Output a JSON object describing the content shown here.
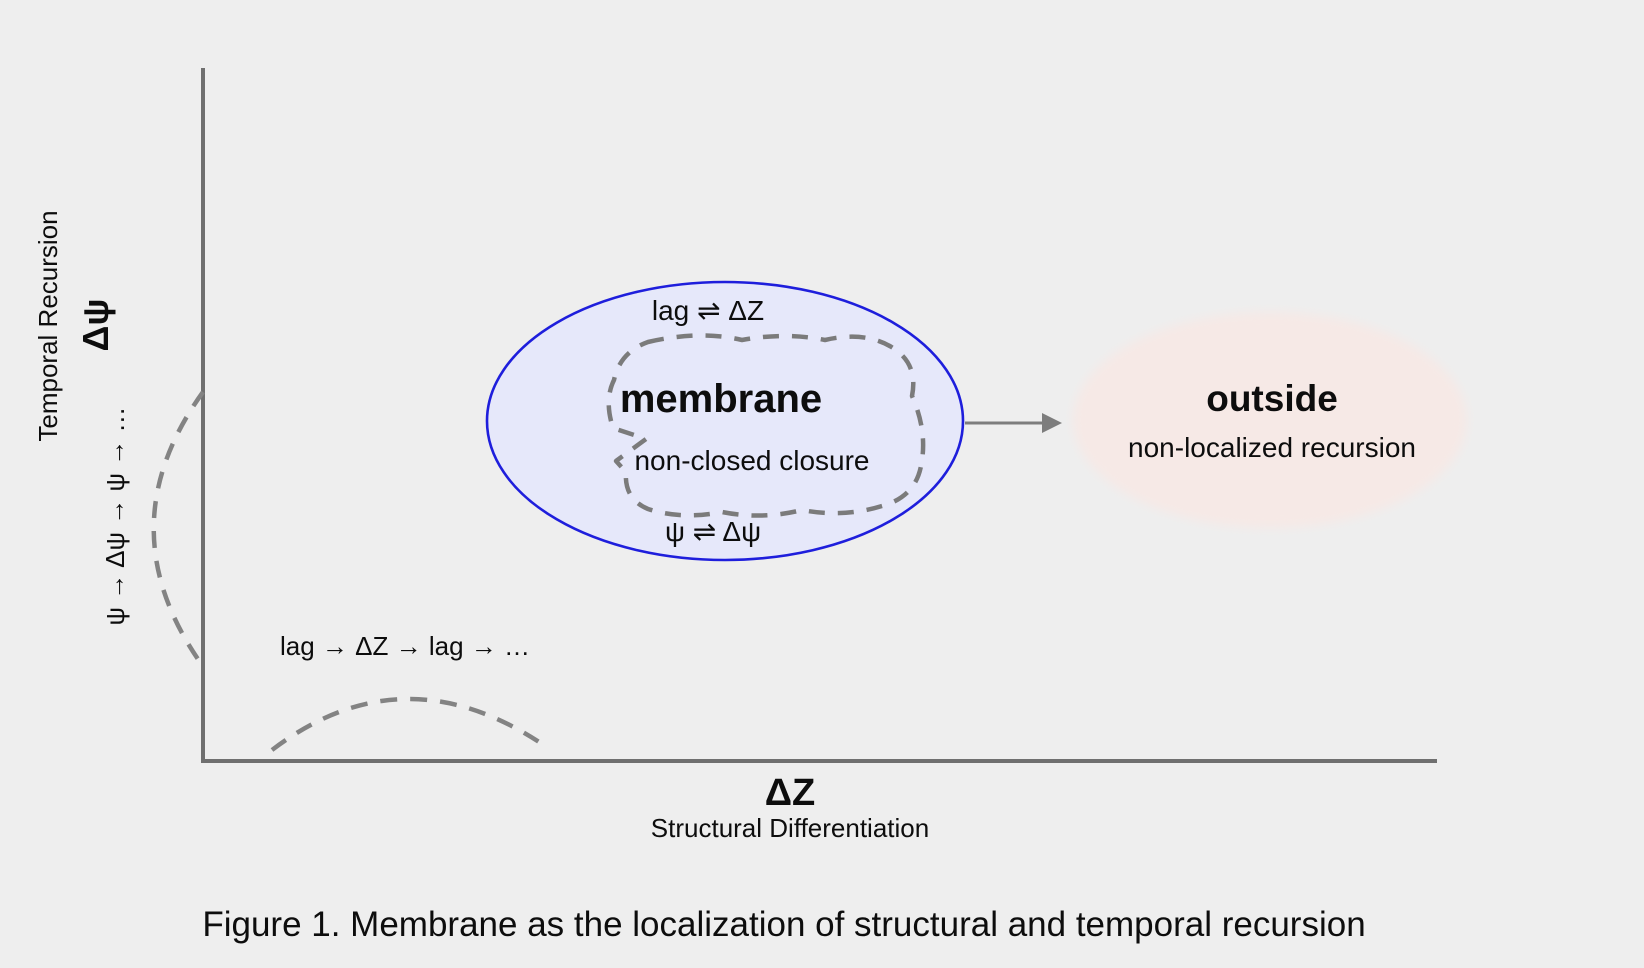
{
  "colors": {
    "background": "#EEEEEE",
    "axis": "#6F6F6F",
    "membrane_stroke": "#1E1EDC",
    "membrane_fill": "#E6E8FA",
    "outside_fill": "#F6E9E6",
    "dashed_line": "#838383",
    "arrow": "#7D7D7D",
    "text": "#0D0D0D"
  },
  "axes": {
    "y": {
      "name": "Temporal Recursion",
      "symbol": "Δψ",
      "loop_label": "ψ → Δψ → ψ → …"
    },
    "x": {
      "name": "Structural Differentiation",
      "symbol": "ΔZ",
      "loop_label": "lag → ΔZ → lag → …"
    }
  },
  "membrane": {
    "exchange_top": "lag ⇌ ΔZ",
    "title": "membrane",
    "subtitle": "non-closed closure",
    "exchange_bottom": "ψ ⇌ Δψ"
  },
  "outside": {
    "title": "outside",
    "subtitle": "non-localized recursion"
  },
  "caption": "Figure 1. Membrane as the localization of structural and temporal recursion"
}
